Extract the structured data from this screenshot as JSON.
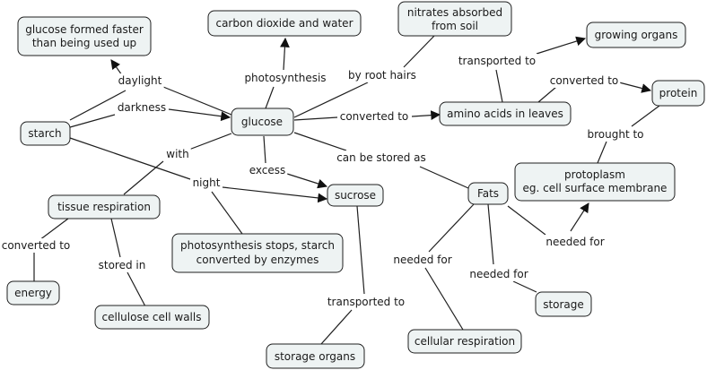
{
  "nodes": {
    "glucose_fast": [
      "glucose formed faster",
      "than being used up"
    ],
    "co2_water": "carbon dioxide and water",
    "nitrates": [
      "nitrates absorbed",
      "from soil"
    ],
    "growing_organs": "growing organs",
    "protein": "protein",
    "starch": "starch",
    "glucose": "glucose",
    "amino_acids": "amino acids in leaves",
    "protoplasm": [
      "protoplasm",
      "eg. cell surface membrane"
    ],
    "sucrose": "sucrose",
    "fats": "Fats",
    "tissue_respiration": "tissue respiration",
    "photosynthesis_stops": [
      "photosynthesis stops, starch",
      "converted by enzymes"
    ],
    "energy": "energy",
    "cellulose": "cellulose cell walls",
    "storage": "storage",
    "cellular_respiration": "cellular respiration",
    "storage_organs": "storage organs"
  },
  "links": {
    "daylight": "daylight",
    "darkness": "darkness",
    "photosynthesis": "photosynthesis",
    "by_root_hairs": "by root hairs",
    "transported_to_top": "transported to",
    "converted_to_protein": "converted to",
    "converted_to_amino": "converted to",
    "brought_to": "brought to",
    "with": "with",
    "excess": "excess",
    "can_be_stored_as": "can be stored as",
    "night": "night",
    "converted_to_energy": "converted to",
    "stored_in": "stored in",
    "needed_for_cellular": "needed for",
    "needed_for_storage": "needed for",
    "needed_for_protoplasm": "needed for",
    "transported_to_storage": "transported to"
  }
}
